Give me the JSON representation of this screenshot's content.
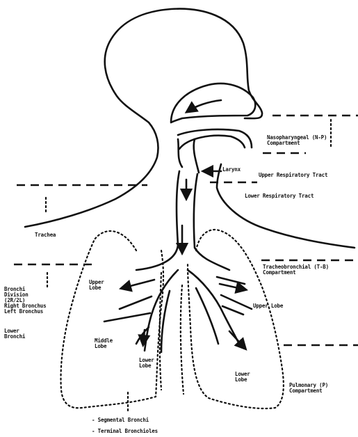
{
  "labels": {
    "larynx": "Larynx",
    "nasopharyngeal": "Nasopharyngeal (N-P)\nCompartment",
    "upper_tract": "Upper Respiratory Tract",
    "lower_tract": "Lower Respiratory Tract",
    "trachea": "Trachea",
    "tracheobronchial": "Tracheobronchial (T-B)\nCompartment",
    "bronchi_division": "Bronchi\nDivision\n(2R/2L)\nRight Bronchus\nLeft Bronchus",
    "lower_bronchi": "Lower\nBronchi",
    "upper_lobe_left": "Upper\nLobe",
    "upper_lobe_right": "Upper Lobe",
    "middle_lobe": "Middle\nLobe",
    "lower_lobe_left": "Lower\nLobe",
    "lower_lobe_right": "Lower\nLobe",
    "pulmonary": "Pulmonary (P)\nCompartment",
    "segmental_bronchi": "- Segmental Bronchi",
    "terminal_bronchioles": "- Terminal Bronchioles"
  }
}
